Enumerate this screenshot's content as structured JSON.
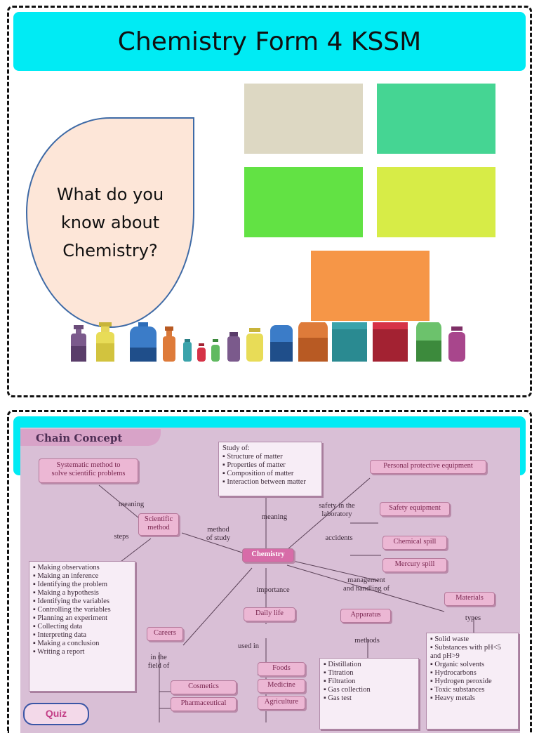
{
  "slide1": {
    "title": "Chemistry Form 4 KSSM",
    "question": "What do you know about Chemistry?",
    "colors": {
      "title_bar": "#00ebf4",
      "bubble": "#fde6d8",
      "box_tan": "#ddd8c3",
      "box_teal": "#45d593",
      "box_green": "#62e244",
      "box_lime": "#d7ec47",
      "box_orange": "#f69647"
    }
  },
  "slide2": {
    "header": "Chain Concept",
    "badge": "Quiz",
    "center": "Chemistry",
    "scientific_method": "Scientific\nmethod",
    "systematic": "Systematic method to\nsolve scientific problems",
    "study_of": "Study of:\n▪ Structure of matter\n▪ Properties of matter\n▪ Composition of matter\n▪ Interaction between matter",
    "steps_list": "▪ Making observations\n▪ Making an inference\n▪ Identifying the problem\n▪ Making a hypothesis\n▪ Identifying the variables\n▪ Controlling the variables\n▪ Planning an experiment\n▪ Collecting data\n▪ Interpreting data\n▪ Making a conclusion\n▪ Writing a report",
    "labels": {
      "meaning": "meaning",
      "steps": "steps",
      "method_of_study": "method\nof study",
      "meaning2": "meaning",
      "safety": "safety in the\nlaboratory",
      "accidents": "accidents",
      "importance": "importance",
      "management": "management\nand handling of",
      "types": "types",
      "methods": "methods",
      "used_in": "used in",
      "in_the_field_of": "in the\nfield of"
    },
    "pills": {
      "ppe": "Personal protective equipment",
      "safety_equipment": "Safety equipment",
      "chemical_spill": "Chemical spill",
      "mercury_spill": "Mercury spill",
      "materials": "Materials",
      "daily_life": "Daily life",
      "apparatus": "Apparatus",
      "careers": "Careers",
      "foods": "Foods",
      "medicine": "Medicine",
      "agriculture": "Agriculture",
      "cosmetics": "Cosmetics",
      "pharmaceutical": "Pharmaceutical"
    },
    "methods_list": "▪ Distillation\n▪ Titration\n▪ Filtration\n▪ Gas collection\n▪ Gas test",
    "materials_list": "▪ Solid waste\n▪ Substances with pH<5\n  and pH>9\n▪ Organic solvents\n▪ Hydrocarbons\n▪ Hydrogen peroxide\n▪ Toxic substances\n▪ Heavy metals"
  }
}
